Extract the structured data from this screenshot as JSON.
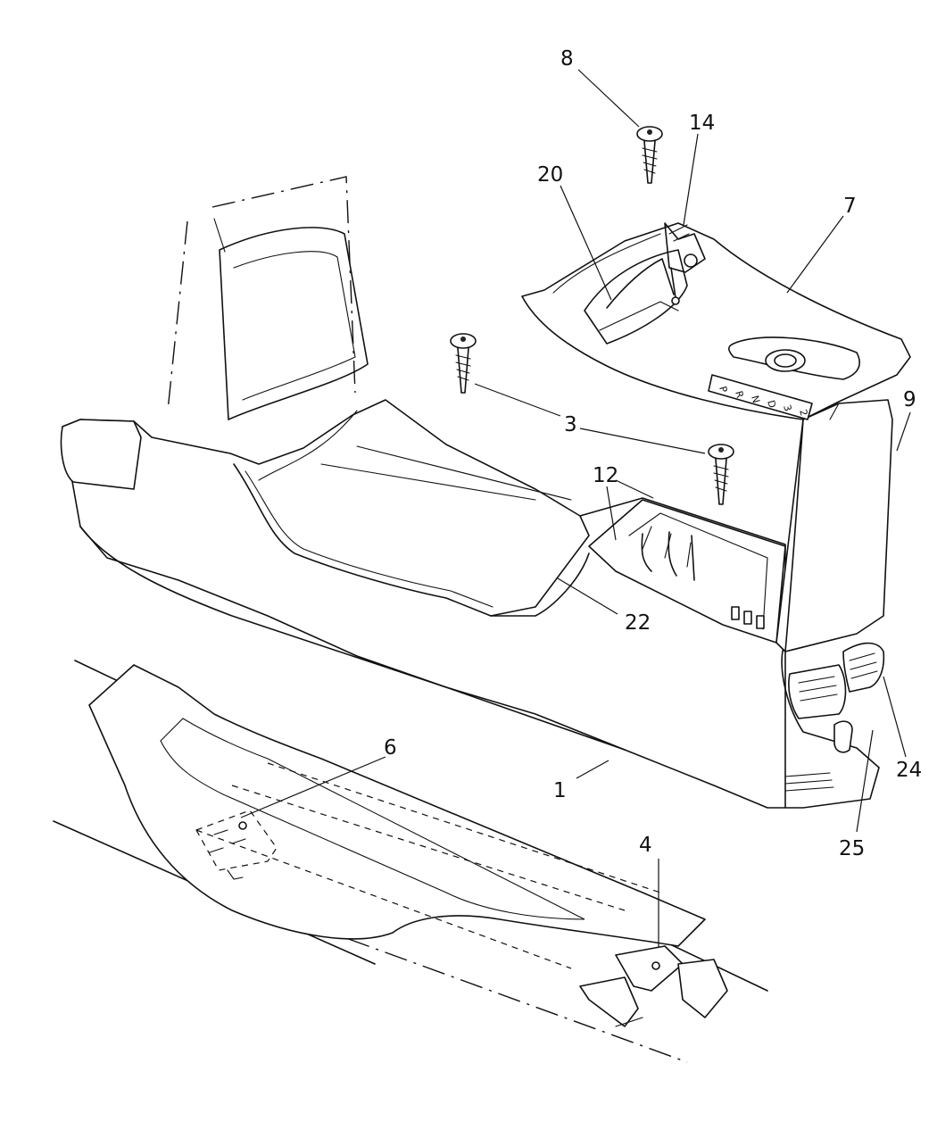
{
  "callouts": [
    {
      "id": "c8",
      "label": "8"
    },
    {
      "id": "c14",
      "label": "14"
    },
    {
      "id": "c20",
      "label": "20"
    },
    {
      "id": "c7",
      "label": "7"
    },
    {
      "id": "c3",
      "label": "3"
    },
    {
      "id": "c9",
      "label": "9"
    },
    {
      "id": "c12",
      "label": "12"
    },
    {
      "id": "c22",
      "label": "22"
    },
    {
      "id": "c6",
      "label": "6"
    },
    {
      "id": "c1",
      "label": "1"
    },
    {
      "id": "c24",
      "label": "24"
    },
    {
      "id": "c4",
      "label": "4"
    },
    {
      "id": "c25",
      "label": "25"
    }
  ],
  "shifter_letters": [
    "P",
    "R",
    "N",
    "D",
    "3",
    "2"
  ]
}
